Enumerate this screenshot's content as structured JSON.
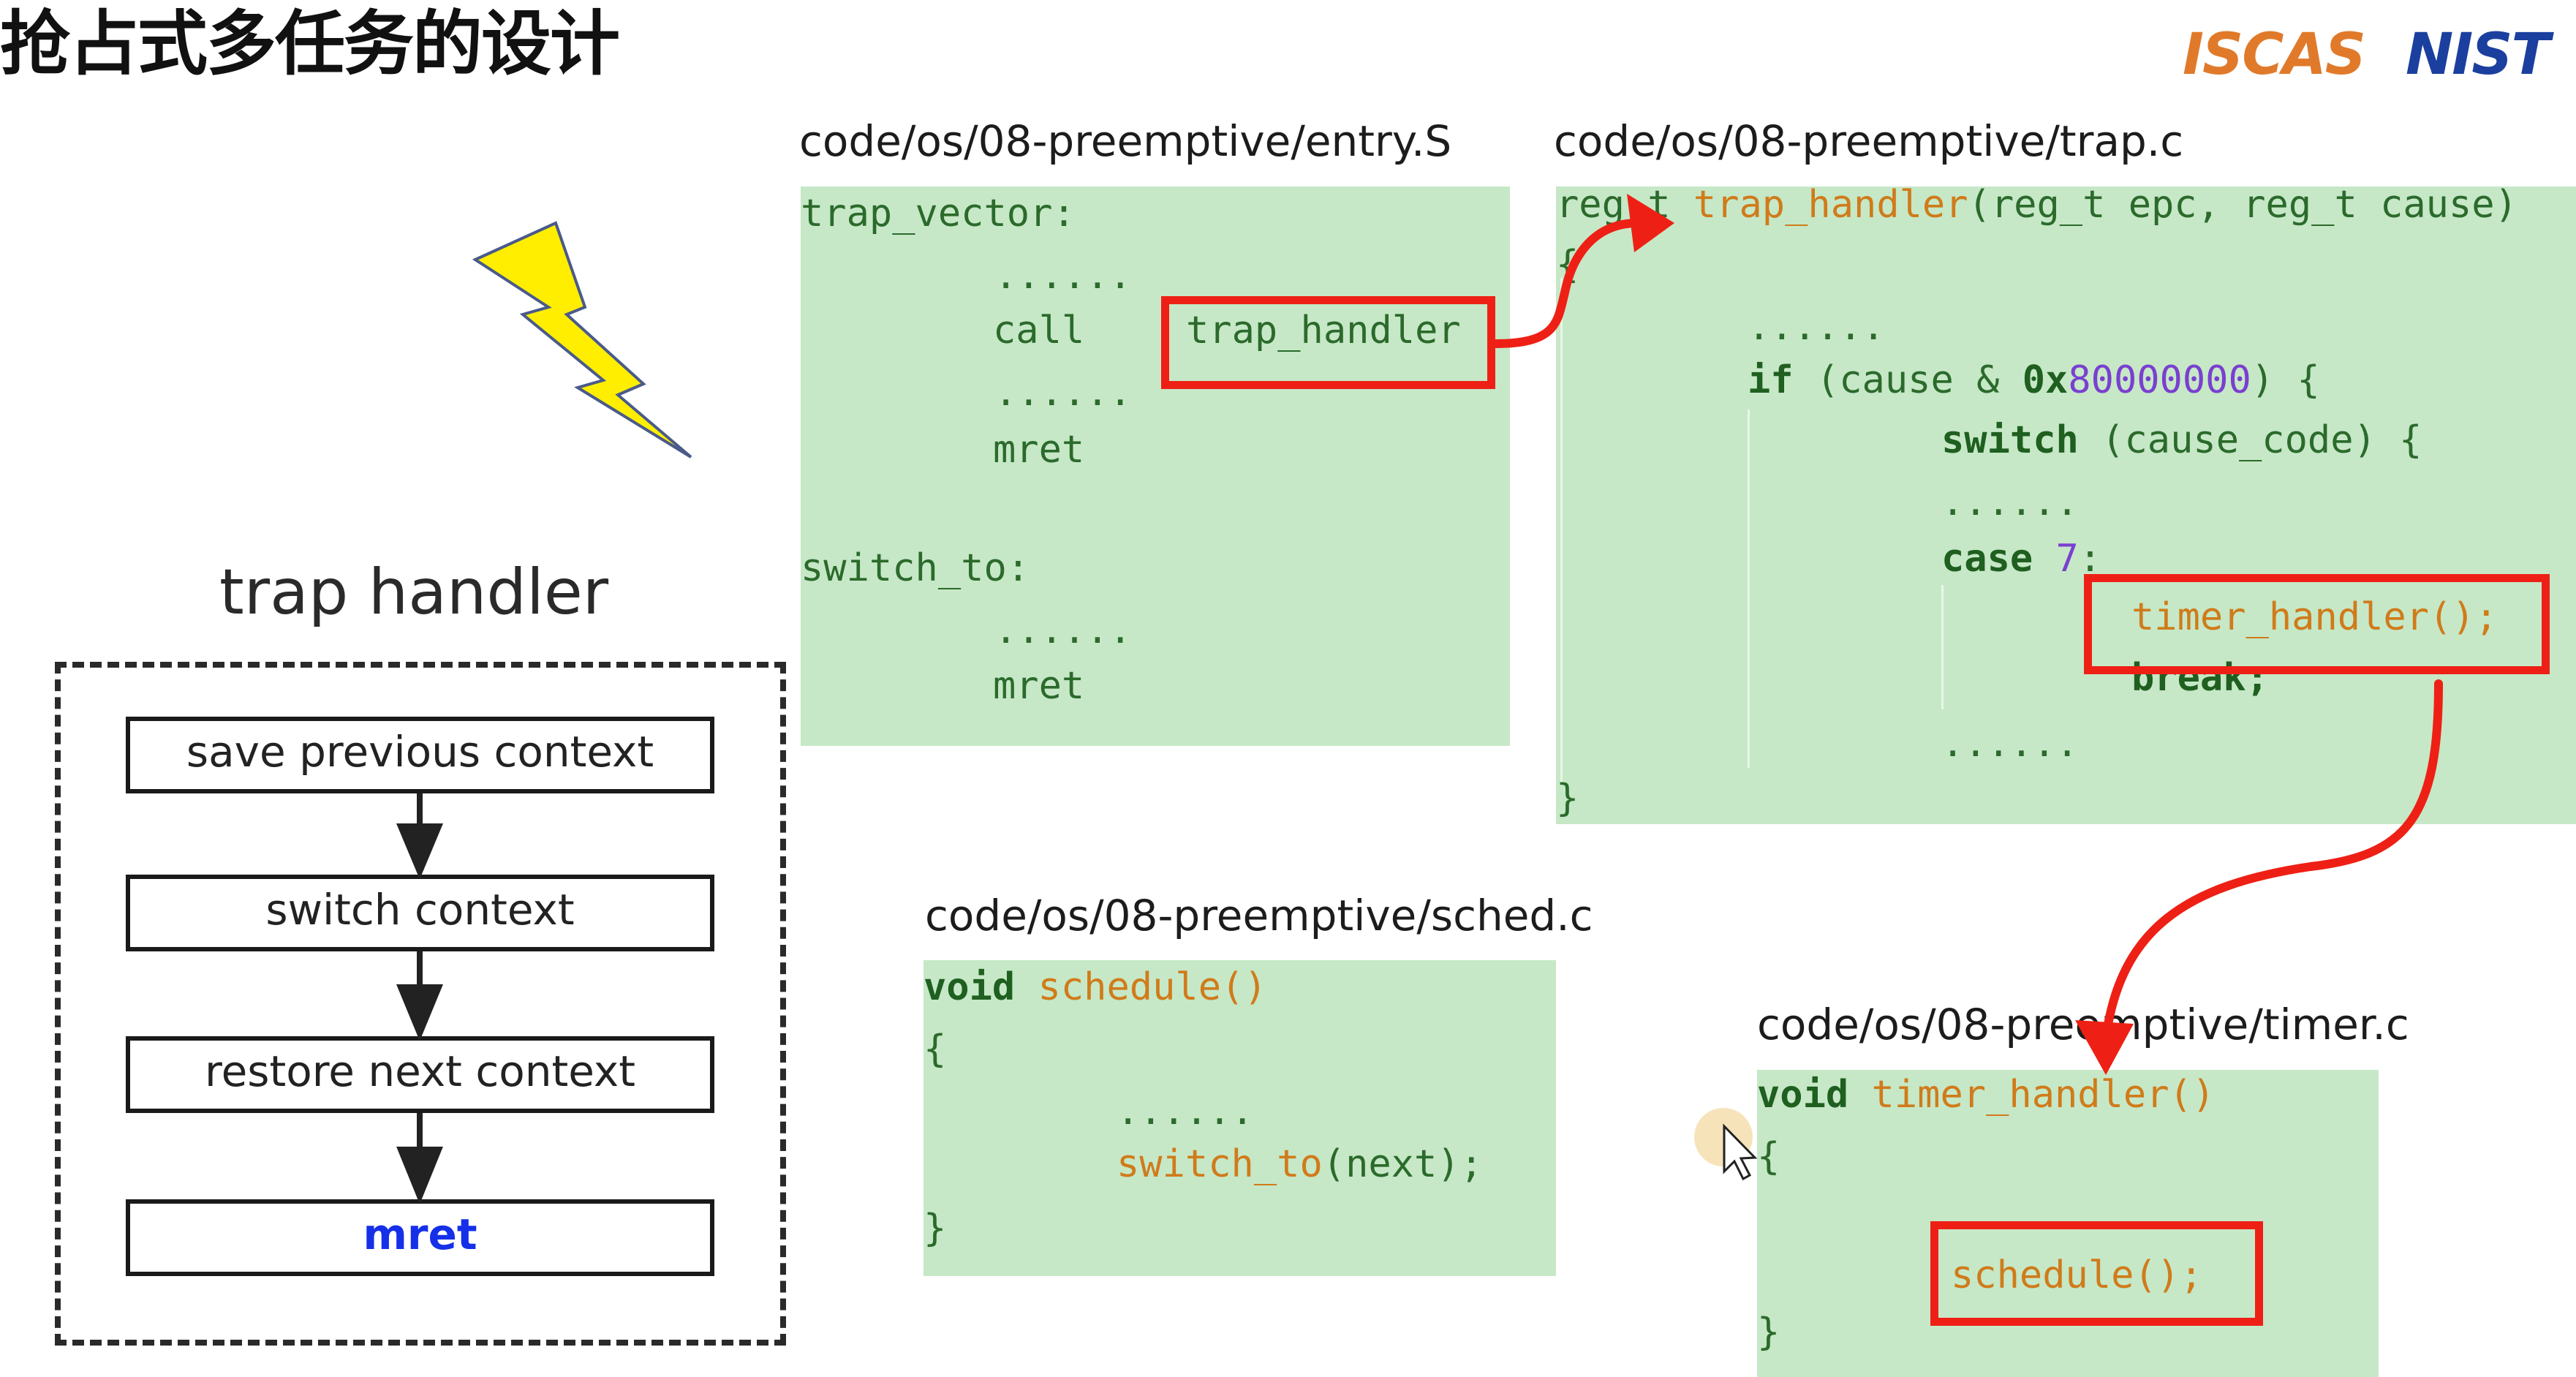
{
  "slide_title": "抢占式多任务的设计",
  "logos": {
    "left": "ISCAS",
    "right": "NIST"
  },
  "flow": {
    "label": "trap handler",
    "steps": [
      "save previous context",
      "switch context",
      "restore next context",
      "mret"
    ]
  },
  "files": {
    "entry": "code/os/08-preemptive/entry.S",
    "trap": "code/os/08-preemptive/trap.c",
    "sched": "code/os/08-preemptive/sched.c",
    "timer": "code/os/08-preemptive/timer.c"
  },
  "entry_code": {
    "label_trap_vector": "trap_vector:",
    "dots": "......",
    "call": "call",
    "call_target": "trap_handler",
    "mret": "mret",
    "label_switch_to": "switch_to:"
  },
  "trap_code": {
    "sig_type": "reg_t",
    "sig_name": "trap_handler",
    "sig_params": "(reg_t epc, reg_t cause)",
    "open_brace": "{",
    "close_brace": "}",
    "dots": "......",
    "if_kw": "if",
    "if_cond_a": "(cause & ",
    "if_hex_prefix": "0x",
    "if_hex_digits": "80000000",
    "if_cond_b": ") {",
    "switch_kw": "switch",
    "switch_expr": "(cause_code) {",
    "case_kw": "case",
    "case_num": "7",
    "case_colon": ":",
    "call": "timer_handler();",
    "break_kw": "break;"
  },
  "sched_code": {
    "void_kw": "void",
    "fn": "schedule()",
    "open_brace": "{",
    "dots": "......",
    "call_fn": "switch_to",
    "call_args": "(next);",
    "close_brace": "}"
  },
  "timer_code": {
    "void_kw": "void",
    "fn": "timer_handler()",
    "open_brace": "{",
    "call": "schedule();",
    "close_brace": "}"
  },
  "colors": {
    "code_bg": "#c6e8c7",
    "highlight_red": "#ee2015",
    "keyword": "#1f5f1f",
    "function": "#d07b1a",
    "number": "#7a3fd0",
    "mret_blue": "#1530e8",
    "lightning": "#ffee00"
  }
}
